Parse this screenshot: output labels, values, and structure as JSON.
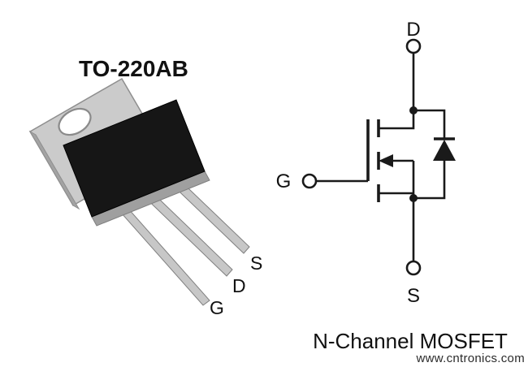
{
  "package": {
    "title": "TO-220AB",
    "pins": {
      "source": "S",
      "drain": "D",
      "gate": "G"
    }
  },
  "schematic": {
    "terminals": {
      "drain": "D",
      "gate": "G",
      "source": "S"
    },
    "caption": "N-Channel MOSFET"
  },
  "watermark": {
    "text": "www.cntronics.com",
    "color": "#3cb878"
  },
  "colors": {
    "line": "#1a1a1a",
    "tab_gray": "#cbcbcb",
    "tab_edge": "#a3a3a3",
    "body_black": "#161616",
    "body_bottom": "#9f9f9f",
    "leg_gray": "#c7c7c7"
  }
}
